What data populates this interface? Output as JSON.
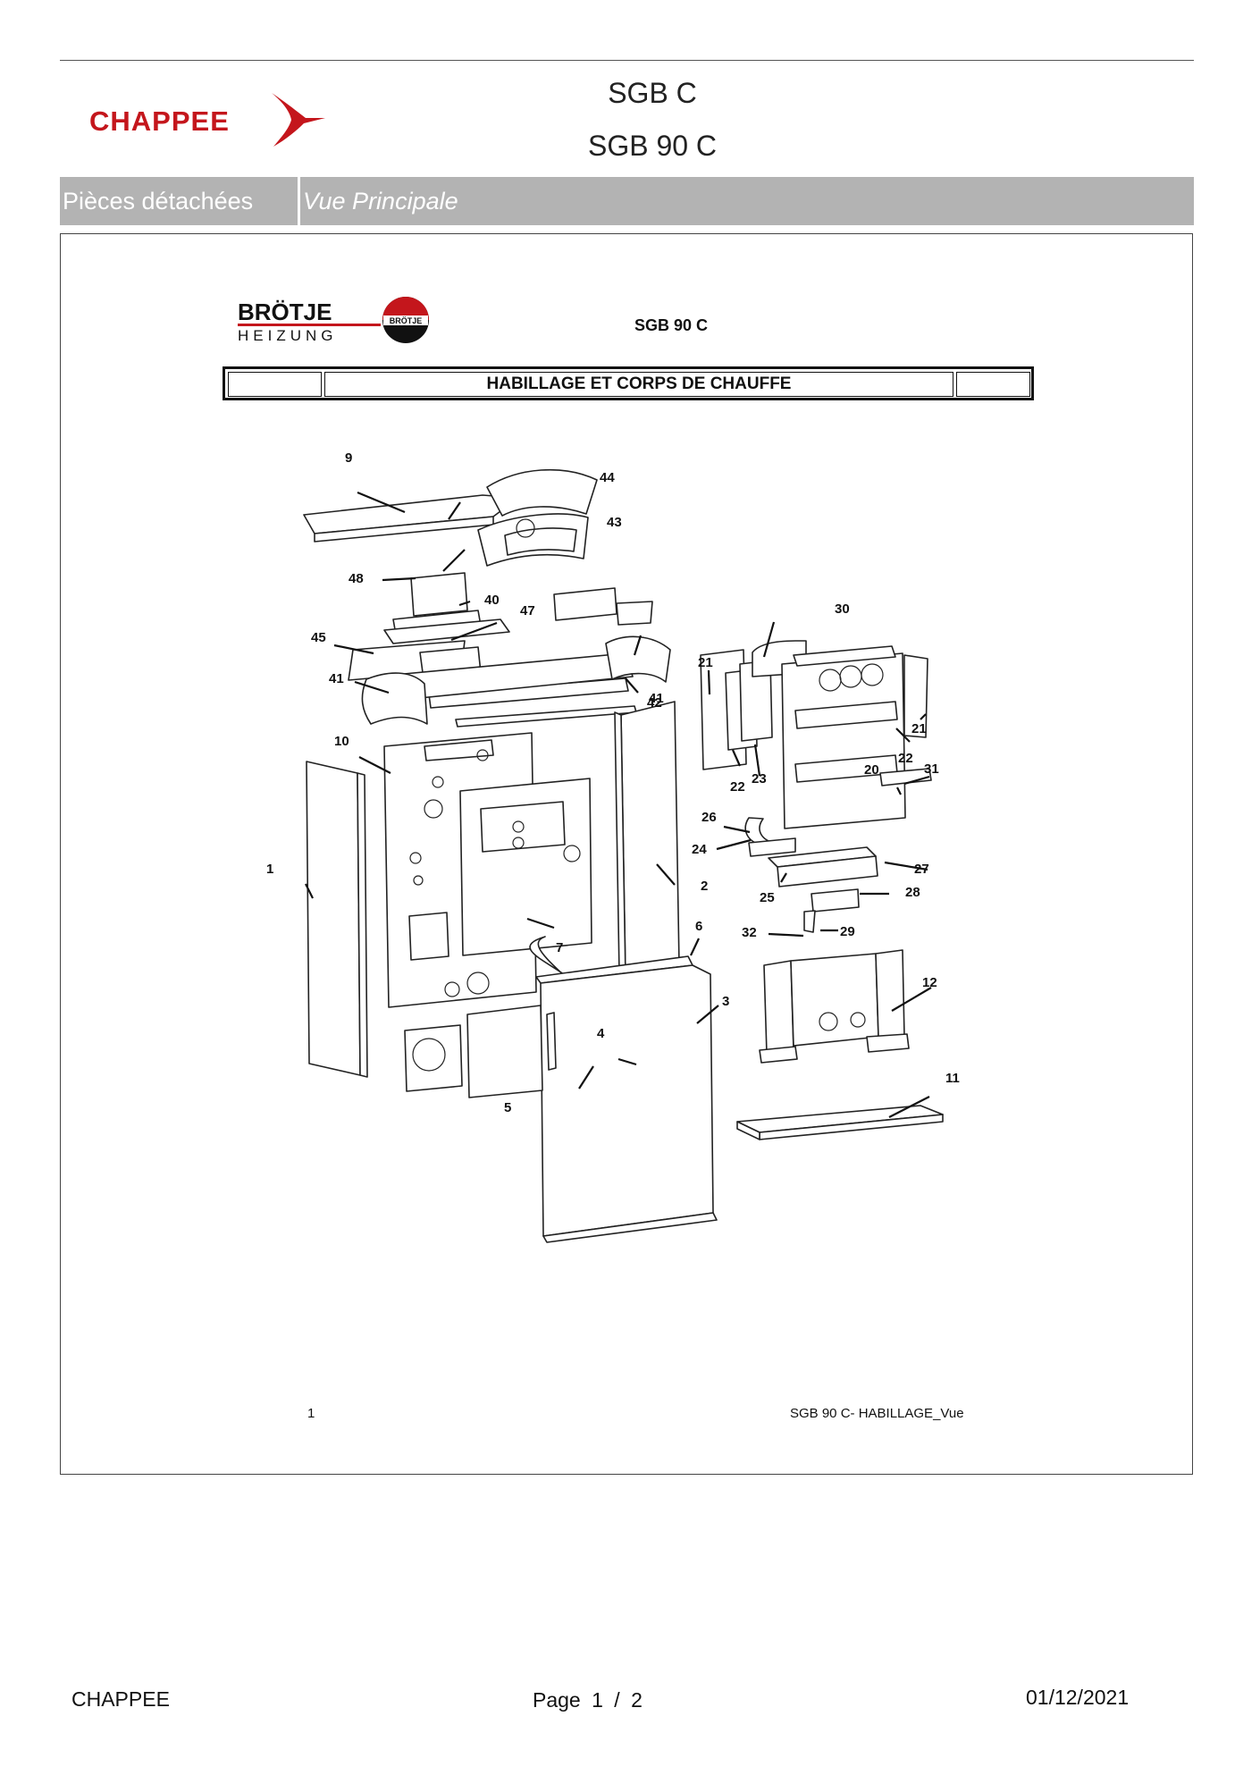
{
  "header": {
    "brand": "CHAPPEE",
    "title": "SGB C",
    "subtitle": "SGB 90 C"
  },
  "tabs": {
    "section": "Pièces détachées",
    "view": "Vue Principale"
  },
  "sheet": {
    "brand_top": "BRÖTJE",
    "brand_bottom": "HEIZUNG",
    "brand_badge": "BRÖTJE",
    "model": "SGB  90 C",
    "section_title": "HABILLAGE ET CORPS DE CHAUFFE",
    "figure_number": "1",
    "figure_ref": "SGB  90 C- HABILLAGE_Vue",
    "callouts": [
      "9",
      "44",
      "43",
      "48",
      "40",
      "47",
      "41",
      "30",
      "45",
      "41",
      "42",
      "21",
      "21",
      "10",
      "22",
      "23",
      "22",
      "20",
      "31",
      "26",
      "24",
      "1",
      "2",
      "27",
      "28",
      "25",
      "32",
      "29",
      "6",
      "7",
      "3",
      "12",
      "4",
      "11",
      "5"
    ]
  },
  "footer": {
    "company": "CHAPPEE",
    "page_label": "Page",
    "page_current": "1",
    "page_sep": "/",
    "page_total": "2",
    "date": "01/12/2021"
  },
  "colors": {
    "brand_red": "#c4161c",
    "tab_bar": "#b3b3b3"
  }
}
